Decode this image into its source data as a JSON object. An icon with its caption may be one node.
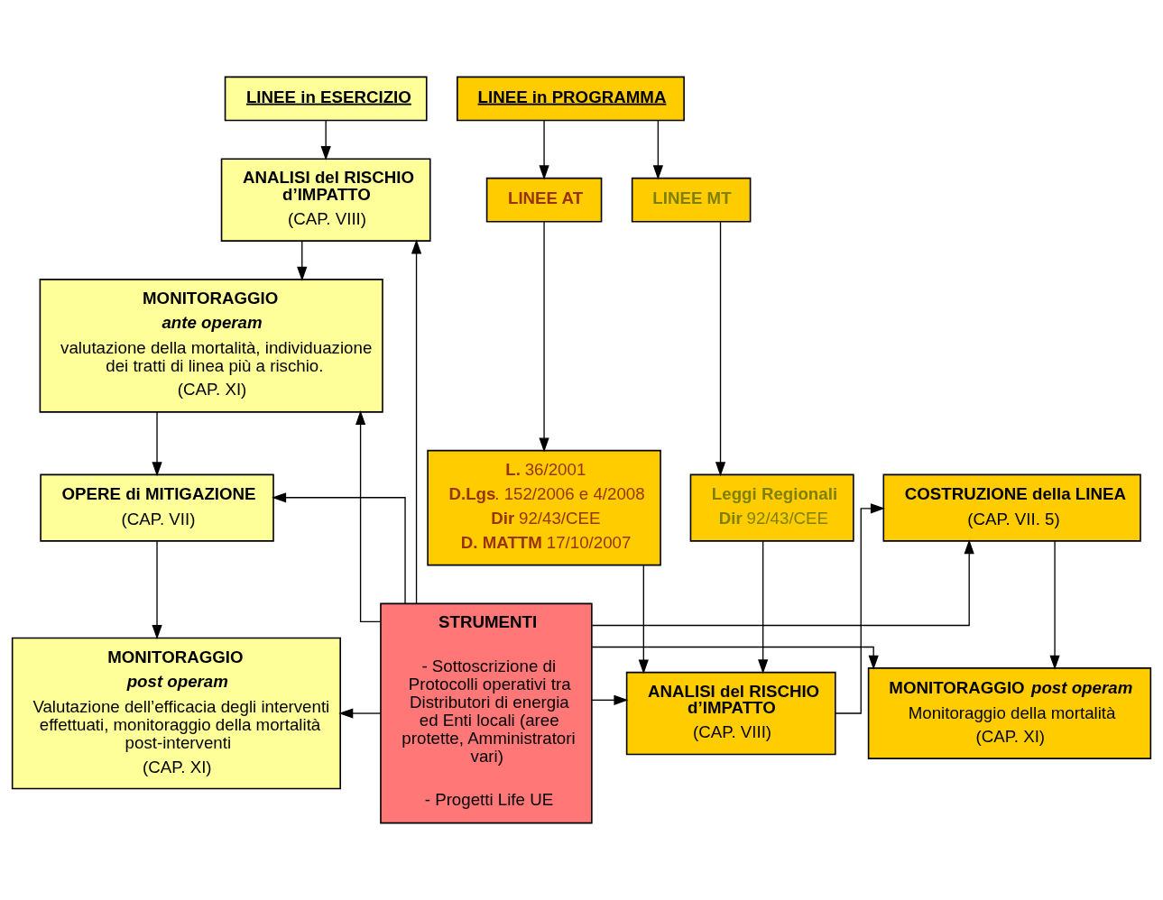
{
  "diagram": {
    "nodes": [
      {
        "text": [
          "LINEE in ESERCIZIO"
        ]
      },
      {
        "text": [
          "LINEE in PROGRAMMA"
        ]
      },
      {
        "text": [
          "ANALISI del RISCHIO d’IMPATTO",
          "(CAP. VIII)"
        ]
      },
      {
        "text": [
          "LINEE AT"
        ]
      },
      {
        "text": [
          "LINEE MT"
        ]
      },
      {
        "text": [
          "**L.** 36/2001",
          "**D.Lgs**. 152/2006 e 4/2008",
          "**Dir** 92/43/CEE",
          "**D. MATTM** 17/10/2007"
        ]
      },
      {
        "text": [
          "Leggi Regionali",
          "**Dir** 92/43/CEE"
        ]
      },
      {
        "text": [
          "MONITORAGGIO",
          "ante operam",
          "valutazione della mortalità, individuazione dei tratti di linea più a rischio.",
          "(CAP. XI)"
        ]
      },
      {
        "text": [
          "STRUMENTI",
          "- Sottoscrizione di Protocolli operativi tra Distributori di energia ed Enti locali (aree protette, Amministratori vari)",
          "- Progetti Life UE"
        ]
      },
      {
        "text": [
          "ANALISI del RISCHIO d’IMPATTO",
          "(CAP. VIII)"
        ]
      },
      {
        "text": [
          "OPERE di MITIGAZIONE",
          "(CAP. VII)"
        ]
      },
      {
        "text": [
          "COSTRUZIONE della LINEA",
          "(CAP. VII. 5)"
        ]
      },
      {
        "text": [
          "MONITORAGGIO",
          "post operam",
          "Valutazione dell’efficacia degli interventi effettuati, monitoraggio della mortalità post-interventi",
          "(CAP. XI)"
        ]
      },
      {
        "text": [
          "MONITORAGGIO *post operam*",
          "Monitoraggio della mortalità",
          "(CAP. XI)"
        ]
      }
    ],
    "edges": [
      {
        "from": 0,
        "to": 2,
        "arrow": "to"
      },
      {
        "from": 2,
        "to": 7,
        "arrow": "to"
      },
      {
        "from": 7,
        "to": 10,
        "arrow": "to"
      },
      {
        "from": 10,
        "to": 12,
        "arrow": "to"
      },
      {
        "from": 1,
        "to": 3,
        "arrow": "to"
      },
      {
        "from": 1,
        "to": 4,
        "arrow": "to"
      },
      {
        "from": 3,
        "to": 5,
        "arrow": "to"
      },
      {
        "from": 4,
        "to": 6,
        "arrow": "to"
      },
      {
        "from": 5,
        "to": 9,
        "arrow": "to"
      },
      {
        "from": 6,
        "to": 9,
        "arrow": "to"
      },
      {
        "from": 9,
        "to": 11,
        "arrow": "to"
      },
      {
        "from": 11,
        "to": 13,
        "arrow": "to"
      },
      {
        "from": 8,
        "to": 2,
        "arrow": "to"
      },
      {
        "from": 8,
        "to": 7,
        "arrow": "to"
      },
      {
        "from": 8,
        "to": 10,
        "arrow": "to"
      },
      {
        "from": 8,
        "to": 12,
        "arrow": "to"
      },
      {
        "from": 8,
        "to": 9,
        "arrow": "to"
      },
      {
        "from": 8,
        "to": 11,
        "arrow": "to"
      },
      {
        "from": 8,
        "to": 13,
        "arrow": "to"
      }
    ]
  }
}
